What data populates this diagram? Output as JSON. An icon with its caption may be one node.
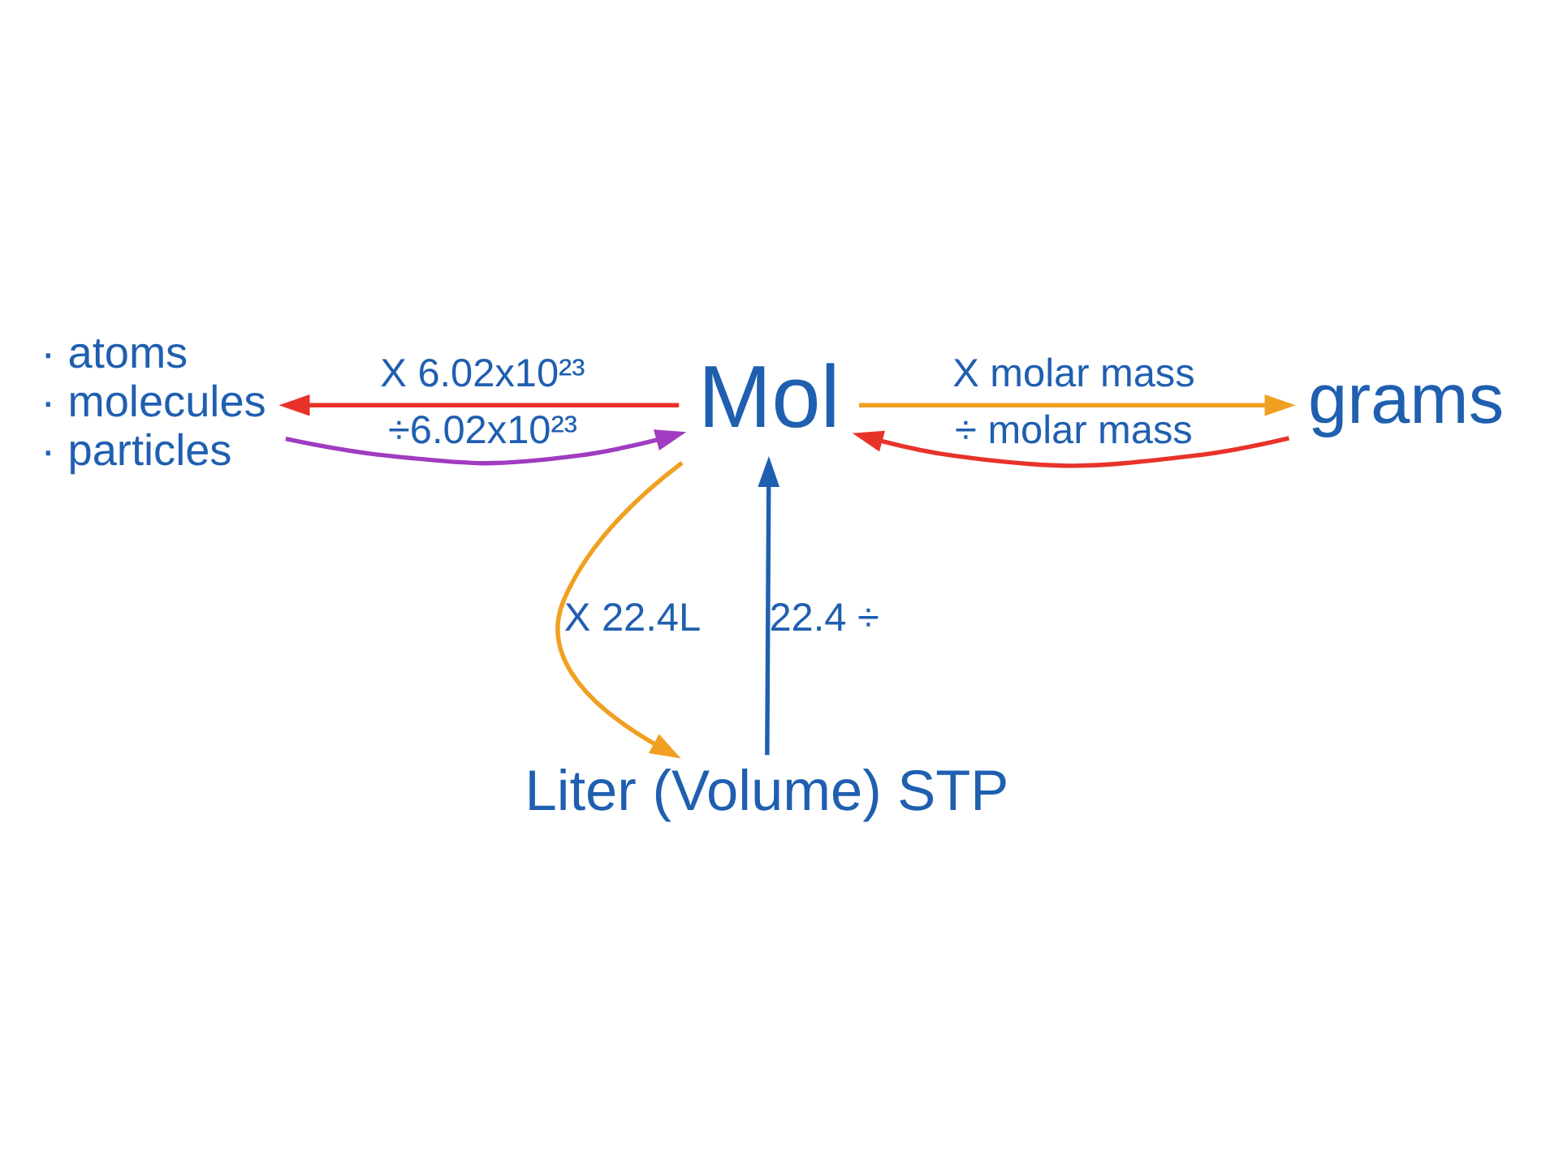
{
  "diagram": {
    "nodes": [
      {
        "text": [
          "Mol"
        ]
      },
      {
        "text": [
          "· atoms",
          "· molecules",
          "· particles"
        ]
      },
      {
        "text": [
          "grams"
        ]
      },
      {
        "text": [
          "Liter (Volume) STP"
        ]
      }
    ],
    "edges": [
      {
        "from": 0,
        "to": 1,
        "arrow": "to",
        "label": "X 6.02x10²³",
        "color": "#e8332a"
      },
      {
        "from": 1,
        "to": 0,
        "arrow": "to",
        "label": "÷6.02x10²³",
        "color": "#a03cc0"
      },
      {
        "from": 0,
        "to": 2,
        "arrow": "to",
        "label": "X molar mass",
        "color": "#f0a020"
      },
      {
        "from": 2,
        "to": 0,
        "arrow": "to",
        "label": "÷ molar mass",
        "color": "#e8332a"
      },
      {
        "from": 0,
        "to": 3,
        "arrow": "to",
        "label": "X 22.4L",
        "color": "#f0a020"
      },
      {
        "from": 3,
        "to": 0,
        "arrow": "to",
        "label": "22.4 ÷",
        "color": "#1f5fb0"
      }
    ]
  }
}
